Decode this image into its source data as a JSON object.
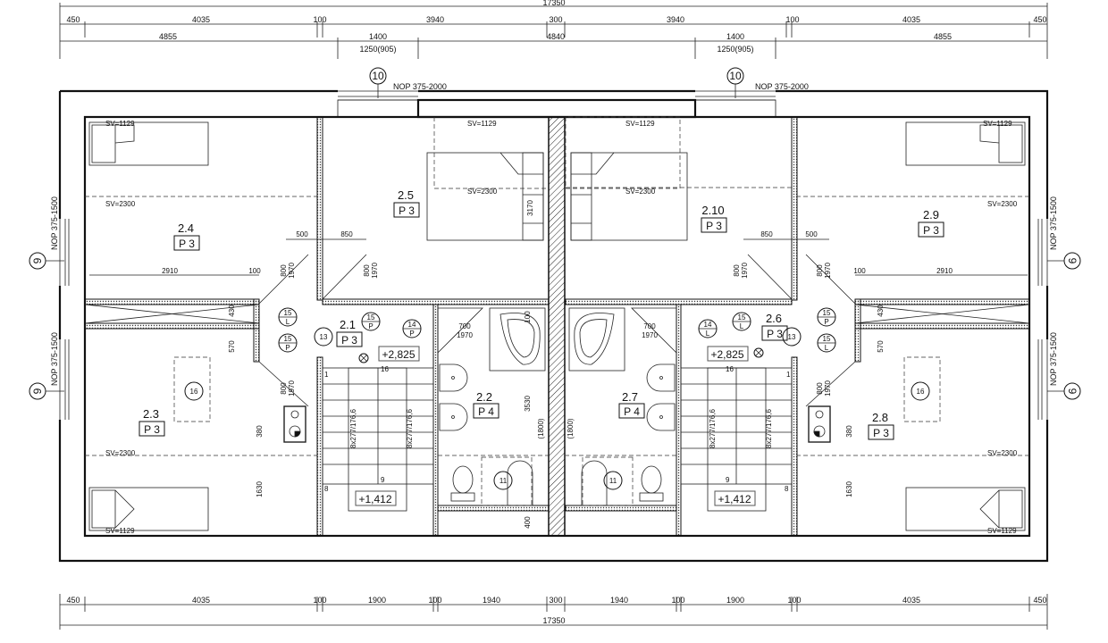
{
  "dimensions": {
    "top_total": "17350",
    "top_row1": [
      "450",
      "4035",
      "100",
      "3940",
      "300",
      "3940",
      "100",
      "4035",
      "450"
    ],
    "top_row2": [
      "4855",
      "1400",
      "4840",
      "1400",
      "4855"
    ],
    "window_sub": "1250(905)",
    "bottom_row": [
      "450",
      "4035",
      "100",
      "1900",
      "100",
      "1940",
      "300",
      "1940",
      "100",
      "1900",
      "100",
      "4035",
      "450"
    ],
    "bottom_total": "17350"
  },
  "windows": {
    "top_marker": "10",
    "top_label": "NOP 375-2000",
    "side_marker": "9",
    "side_upper_label": "NOP 375-1500",
    "side_lower_label": "NOP 375-1500"
  },
  "rooms": [
    {
      "id": "2.4",
      "code": "P 3"
    },
    {
      "id": "2.5",
      "code": "P 3"
    },
    {
      "id": "2.3",
      "code": "P 3"
    },
    {
      "id": "2.1",
      "code": "P 3"
    },
    {
      "id": "2.2",
      "code": "P 4"
    },
    {
      "id": "2.7",
      "code": "P 4"
    },
    {
      "id": "2.6",
      "code": "P 3"
    },
    {
      "id": "2.10",
      "code": "P 3"
    },
    {
      "id": "2.9",
      "code": "P 3"
    },
    {
      "id": "2.8",
      "code": "P 3"
    }
  ],
  "annotations": {
    "sv_low": "SV=1129",
    "sv_high": "SV=2300",
    "level_upper": "+2,825",
    "level_lower": "+1,412",
    "stair_spec": "8x277/176,6",
    "stair_step_1": "1",
    "stair_step_8": "8",
    "stair_step_9": "9",
    "stair_step_16": "16",
    "door_800": "800",
    "door_700": "700",
    "door_h": "1970",
    "dim_500": "500",
    "dim_850": "850",
    "dim_2910": "2910",
    "dim_100": "100",
    "dim_430": "430",
    "dim_570": "570",
    "dim_380": "380",
    "dim_1630": "1630",
    "dim_3170": "3170",
    "dim_3530": "3530",
    "dim_1800": "(1800)",
    "dim_400": "400",
    "tag_11": "11",
    "tag_13": "13",
    "tag_14": "14",
    "tag_15": "15",
    "tag_16": "16",
    "letter_L": "L",
    "letter_P": "P"
  }
}
